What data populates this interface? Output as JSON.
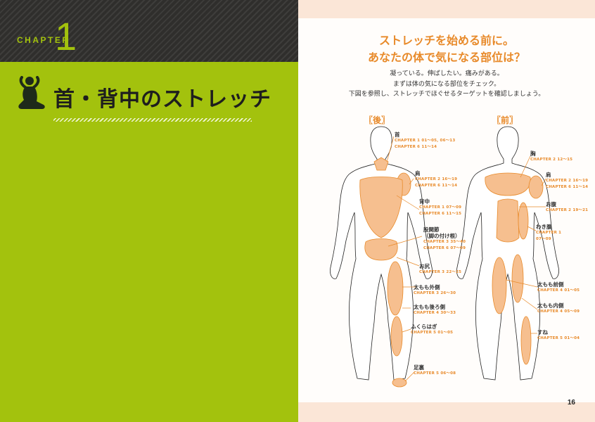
{
  "left_page": {
    "chapter_label": "CHAPTER",
    "chapter_number": "1",
    "title": "首・背中のストレッチ"
  },
  "right_page": {
    "headline_line1": "ストレッチを始める前に。",
    "headline_line2": "あなたの体で気になる部位は？",
    "intro_line1": "凝っている。伸ばしたい。痛みがある。",
    "intro_line2": "まずは体の気になる部位をチェック。",
    "intro_line3": "下図を参照し、ストレッチでほぐせるターゲットを確認しましょう。",
    "back_title": "〖後〗",
    "front_title": "〖前〗",
    "page_number": "16"
  },
  "back_labels": [
    {
      "part": "首",
      "refs": [
        "CHAPTER 1 01〜05, 06〜13",
        "CHAPTER 6 11〜14"
      ]
    },
    {
      "part": "肩",
      "refs": [
        "CHAPTER 2 16〜19",
        "CHAPTER 6 11〜14"
      ]
    },
    {
      "part": "背中",
      "refs": [
        "CHAPTER 1 07〜09",
        "CHAPTER 6 11〜15"
      ]
    },
    {
      "part": "股関節",
      "sub": "（脚の付け根）",
      "refs": [
        "CHAPTER 3 35〜40",
        "CHAPTER 6 07〜09"
      ]
    },
    {
      "part": "お尻",
      "refs": [
        "CHAPTER 3 22〜25"
      ]
    },
    {
      "part": "太もも外側",
      "refs": [
        "CHAPTER 3 26〜30"
      ]
    },
    {
      "part": "太もも後ろ側",
      "refs": [
        "CHAPTER 4 30〜33"
      ]
    },
    {
      "part": "ふくらはぎ",
      "refs": [
        "CHAPTER 5 01〜05"
      ]
    },
    {
      "part": "足裏",
      "refs": [
        "CHAPTER 5 06〜08"
      ]
    }
  ],
  "front_labels": [
    {
      "part": "胸",
      "refs": [
        "CHAPTER 2 12〜15"
      ]
    },
    {
      "part": "肩",
      "refs": [
        "CHAPTER 2 16〜19",
        "CHAPTER 6 11〜14"
      ]
    },
    {
      "part": "お腹",
      "refs": [
        "CHAPTER 2 19〜21"
      ]
    },
    {
      "part": "わき腹",
      "refs": [
        "CHAPTER 1",
        "07〜09"
      ]
    },
    {
      "part": "太もも前側",
      "refs": [
        "CHAPTER 4 01〜05"
      ]
    },
    {
      "part": "太もも内側",
      "refs": [
        "CHAPTER 4 05〜09"
      ]
    },
    {
      "part": "すね",
      "refs": [
        "CHAPTER 5 01〜04"
      ]
    }
  ],
  "colors": {
    "green": "#a3c20d",
    "dark_band": "#2f2e2c",
    "orange": "#e88a2a",
    "muscle_fill": "#f6bf8f",
    "peach_strip": "#fbe6d7"
  },
  "icons": {
    "stretch_icon": "seated-stretch-silhouette-icon"
  }
}
